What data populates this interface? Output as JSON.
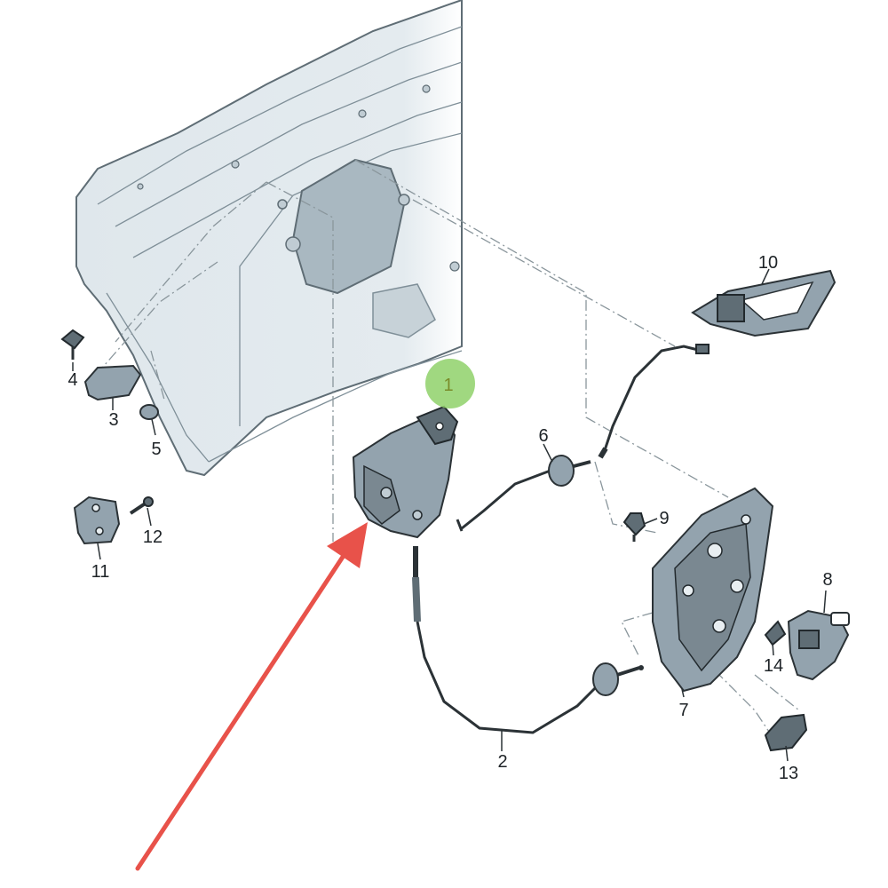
{
  "diagram": {
    "callouts": [
      {
        "id": "1",
        "label": "1",
        "highlighted": true
      },
      {
        "id": "2",
        "label": "2"
      },
      {
        "id": "3",
        "label": "3"
      },
      {
        "id": "4",
        "label": "4"
      },
      {
        "id": "5",
        "label": "5"
      },
      {
        "id": "6",
        "label": "6"
      },
      {
        "id": "7",
        "label": "7"
      },
      {
        "id": "8",
        "label": "8"
      },
      {
        "id": "9",
        "label": "9"
      },
      {
        "id": "10",
        "label": "10"
      },
      {
        "id": "11",
        "label": "11"
      },
      {
        "id": "12",
        "label": "12"
      },
      {
        "id": "13",
        "label": "13"
      },
      {
        "id": "14",
        "label": "14"
      }
    ],
    "colors": {
      "highlight": "#8fd16a",
      "arrow": "#e8524a",
      "door_panel": "#dfe7ec",
      "parts": "#93a3ae",
      "ink": "#2b3236"
    }
  }
}
